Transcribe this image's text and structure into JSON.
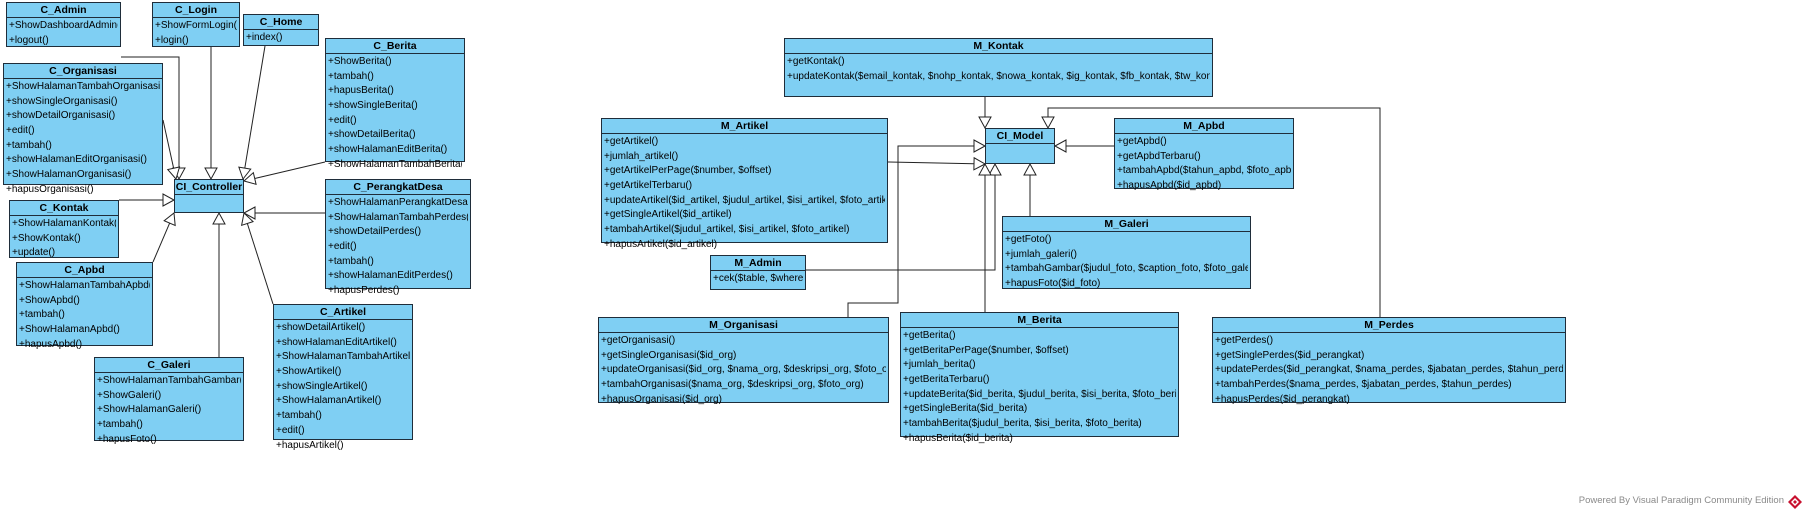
{
  "classes": [
    {
      "id": "C_Admin",
      "name": "C_Admin",
      "methods": [
        "+ShowDashboardAdmin()",
        "+logout()"
      ]
    },
    {
      "id": "C_Login",
      "name": "C_Login",
      "methods": [
        "+ShowFormLogin()",
        "+login()"
      ]
    },
    {
      "id": "C_Home",
      "name": "C_Home",
      "methods": [
        "+index()"
      ]
    },
    {
      "id": "C_Berita",
      "name": "C_Berita",
      "methods": [
        "+ShowBerita()",
        "+tambah()",
        "+hapusBerita()",
        "+showSingleBerita()",
        "+edit()",
        "+showDetailBerita()",
        "+showHalamanEditBerita()",
        "+ShowHalamanTambahBerita()"
      ]
    },
    {
      "id": "C_Organisasi",
      "name": "C_Organisasi",
      "methods": [
        "+ShowHalamanTambahOrganisasi()",
        "+showSingleOrganisasi()",
        "+showDetailOrganisasi()",
        "+edit()",
        "+tambah()",
        "+showHalamanEditOrganisasi()",
        "+ShowHalamanOrganisasi()",
        "+hapusOrganisasi()"
      ]
    },
    {
      "id": "CI_Controller",
      "name": "CI_Controller",
      "methods": []
    },
    {
      "id": "C_PerangkatDesa",
      "name": "C_PerangkatDesa",
      "methods": [
        "+ShowHalamanPerangkatDesa()",
        "+ShowHalamanTambahPerdes()",
        "+showDetailPerdes()",
        "+edit()",
        "+tambah()",
        "+showHalamanEditPerdes()",
        "+hapusPerdes()"
      ]
    },
    {
      "id": "C_Kontak",
      "name": "C_Kontak",
      "methods": [
        "+ShowHalamanKontak()",
        "+ShowKontak()",
        "+update()"
      ]
    },
    {
      "id": "C_Apbd",
      "name": "C_Apbd",
      "methods": [
        "+ShowHalamanTambahApbd()",
        "+ShowApbd()",
        "+tambah()",
        "+ShowHalamanApbd()",
        "+hapusApbd()"
      ]
    },
    {
      "id": "C_Artikel",
      "name": "C_Artikel",
      "methods": [
        "+showDetailArtikel()",
        "+showHalamanEditArtikel()",
        "+ShowHalamanTambahArtikel()",
        "+ShowArtikel()",
        "+showSingleArtikel()",
        "+ShowHalamanArtikel()",
        "+tambah()",
        "+edit()",
        "+hapusArtikel()"
      ]
    },
    {
      "id": "C_Galeri",
      "name": "C_Galeri",
      "methods": [
        "+ShowHalamanTambahGambar()",
        "+ShowGaleri()",
        "+ShowHalamanGaleri()",
        "+tambah()",
        "+hapusFoto()"
      ]
    },
    {
      "id": "M_Kontak",
      "name": "M_Kontak",
      "methods": [
        "+getKontak()",
        "+updateKontak($email_kontak, $nohp_kontak, $nowa_kontak, $ig_kontak, $fb_kontak, $tw_kontak)"
      ]
    },
    {
      "id": "M_Artikel",
      "name": "M_Artikel",
      "methods": [
        "+getArtikel()",
        "+jumlah_artikel()",
        "+getArtikelPerPage($number, $offset)",
        "+getArtikelTerbaru()",
        "+updateArtikel($id_artikel, $judul_artikel, $isi_artikel, $foto_artikel)",
        "+getSingleArtikel($id_artikel)",
        "+tambahArtikel($judul_artikel, $isi_artikel, $foto_artikel)",
        "+hapusArtikel($id_artikel)"
      ]
    },
    {
      "id": "CI_Model",
      "name": "CI_Model",
      "methods": []
    },
    {
      "id": "M_Apbd",
      "name": "M_Apbd",
      "methods": [
        "+getApbd()",
        "+getApbdTerbaru()",
        "+tambahApbd($tahun_apbd, $foto_apbd)",
        "+hapusApbd($id_apbd)"
      ]
    },
    {
      "id": "M_Galeri",
      "name": "M_Galeri",
      "methods": [
        "+getFoto()",
        "+jumlah_galeri()",
        "+tambahGambar($judul_foto, $caption_foto, $foto_galeri)",
        "+hapusFoto($id_foto)"
      ]
    },
    {
      "id": "M_Admin",
      "name": "M_Admin",
      "methods": [
        "+cek($table, $where)"
      ]
    },
    {
      "id": "M_Organisasi",
      "name": "M_Organisasi",
      "methods": [
        "+getOrganisasi()",
        "+getSingleOrganisasi($id_org)",
        "+updateOrganisasi($id_org, $nama_org, $deskripsi_org, $foto_org)",
        "+tambahOrganisasi($nama_org, $deskripsi_org, $foto_org)",
        "+hapusOrganisasi($id_org)"
      ]
    },
    {
      "id": "M_Berita",
      "name": "M_Berita",
      "methods": [
        "+getBerita()",
        "+getBeritaPerPage($number, $offset)",
        "+jumlah_berita()",
        "+getBeritaTerbaru()",
        "+updateBerita($id_berita, $judul_berita, $isi_berita, $foto_berita)",
        "+getSingleBerita($id_berita)",
        "+tambahBerita($judul_berita, $isi_berita, $foto_berita)",
        "+hapusBerita($id_berita)"
      ]
    },
    {
      "id": "M_Perdes",
      "name": "M_Perdes",
      "methods": [
        "+getPerdes()",
        "+getSinglePerdes($id_perangkat)",
        "+updatePerdes($id_perangkat, $nama_perdes, $jabatan_perdes, $tahun_perdes)",
        "+tambahPerdes($nama_perdes, $jabatan_perdes, $tahun_perdes)",
        "+hapusPerdes($id_perangkat)"
      ]
    }
  ],
  "generalizations": [
    {
      "from": "C_Admin",
      "to": "CI_Controller"
    },
    {
      "from": "C_Login",
      "to": "CI_Controller"
    },
    {
      "from": "C_Home",
      "to": "CI_Controller"
    },
    {
      "from": "C_Berita",
      "to": "CI_Controller"
    },
    {
      "from": "C_Organisasi",
      "to": "CI_Controller"
    },
    {
      "from": "C_PerangkatDesa",
      "to": "CI_Controller"
    },
    {
      "from": "C_Kontak",
      "to": "CI_Controller"
    },
    {
      "from": "C_Apbd",
      "to": "CI_Controller"
    },
    {
      "from": "C_Artikel",
      "to": "CI_Controller"
    },
    {
      "from": "C_Galeri",
      "to": "CI_Controller"
    },
    {
      "from": "M_Kontak",
      "to": "CI_Model"
    },
    {
      "from": "M_Artikel",
      "to": "CI_Model"
    },
    {
      "from": "M_Apbd",
      "to": "CI_Model"
    },
    {
      "from": "M_Galeri",
      "to": "CI_Model"
    },
    {
      "from": "M_Admin",
      "to": "CI_Model"
    },
    {
      "from": "M_Organisasi",
      "to": "CI_Model"
    },
    {
      "from": "M_Berita",
      "to": "CI_Model"
    },
    {
      "from": "M_Perdes",
      "to": "CI_Model"
    }
  ],
  "footer": {
    "text": "Powered By  Visual Paradigm Community Edition",
    "logo_icon": "visual-paradigm-logo-icon"
  },
  "colors": {
    "class_fill": "#7fcff3",
    "border": "#1f2d3a",
    "edge": "#222222"
  }
}
